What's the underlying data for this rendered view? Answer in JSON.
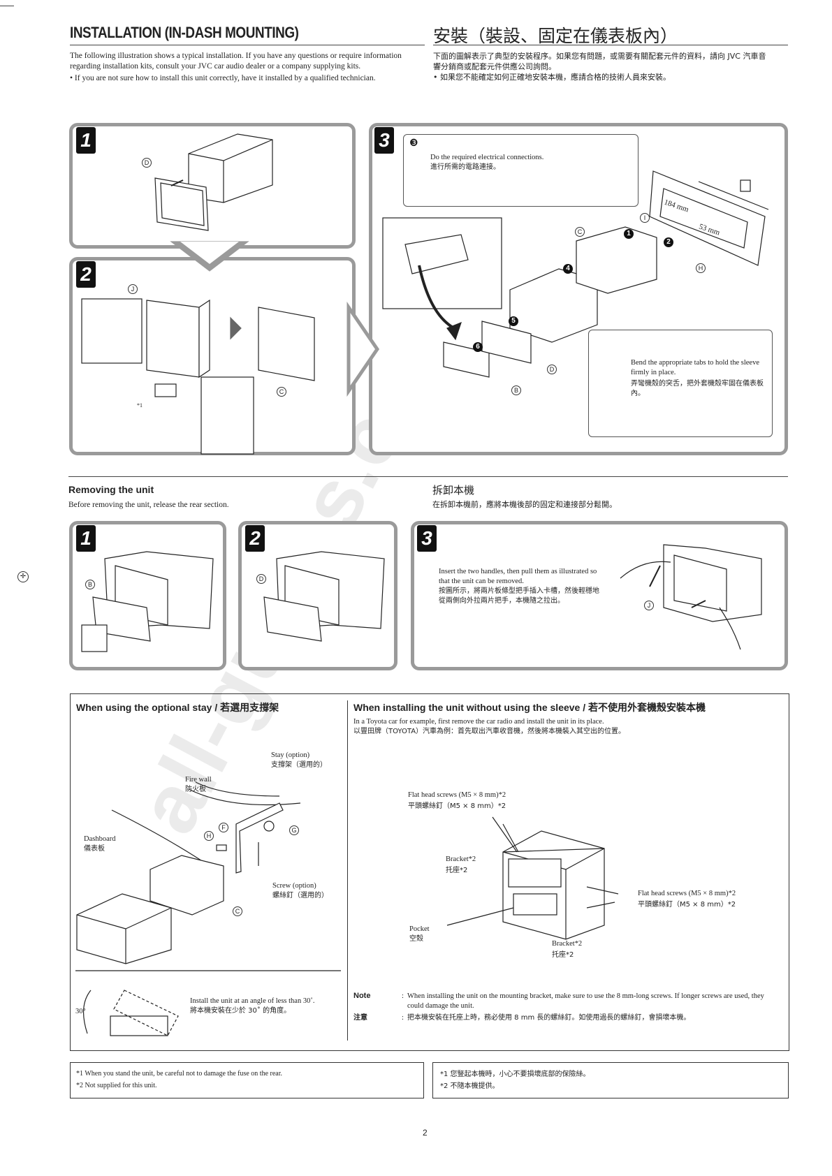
{
  "header": {
    "title_en": "INSTALLATION (IN-DASH MOUNTING)",
    "title_zh": "安裝（裝設、固定在儀表板內）",
    "intro_en": "The following illustration shows a typical installation. If you have any questions or require information regarding installation kits, consult your JVC car audio dealer or a company supplying kits.",
    "bullet_en": "If you are not sure how to install this unit correctly, have it installed by a qualified technician.",
    "intro_zh": "下面的圖解表示了典型的安裝程序。如果您有問題，或需要有關配套元件的資料，請向 JVC 汽車音響分銷商或配套元件供應公司詢問。",
    "bullet_zh": "如果您不能確定如何正確地安裝本機，應請合格的技術人員來安裝。"
  },
  "install_steps": {
    "step1": "1",
    "step2": "2",
    "step3": "3",
    "callout3_num": "❸",
    "callout3_en": "Do the required electrical connections.",
    "callout3_zh": "進行所需的電路連接。",
    "tabs_en": "Bend the appropriate tabs to hold the sleeve firmly in place.",
    "tabs_zh": "弄彎機殼的突舌，把外套機殼牢固在儀表板內。",
    "dim_w": "184 mm",
    "dim_h": "53 mm",
    "footnote_mark": "*1"
  },
  "labels": {
    "B": "B",
    "C": "C",
    "D": "D",
    "F": "F",
    "G": "G",
    "H": "H",
    "I": "I",
    "J": "J",
    "n1": "1",
    "n2": "2",
    "n4": "4",
    "n5": "5",
    "n6": "6"
  },
  "removing": {
    "title_en": "Removing the unit",
    "title_zh": "拆卸本機",
    "desc_en": "Before removing the unit, release the rear section.",
    "desc_zh": "在拆卸本機前，應將本機後部的固定和連接部分鬆開。",
    "step1": "1",
    "step2": "2",
    "step3": "3",
    "step3_en": "Insert the two handles, then pull them as illustrated so that the unit can be removed.",
    "step3_zh": "按圖所示，將兩片板條型把手插入卡槽，然後輕穩地從兩側向外拉兩片把手，本機隨之拉出。"
  },
  "stay": {
    "title": "When using the optional stay / 若選用支撐架",
    "stay_en": "Stay (option)",
    "stay_zh": "支撐架（選用的）",
    "fire_en": "Fire wall",
    "fire_zh": "防火板",
    "dash_en": "Dashboard",
    "dash_zh": "儀表板",
    "screw_en": "Screw (option)",
    "screw_zh": "螺絲釘（選用的）",
    "angle_label": "30°",
    "angle_en": "Install the unit at an angle of less than 30˚.",
    "angle_zh": "將本機安裝在少於 30˚ 的角度。"
  },
  "nosleeve": {
    "title": "When installing the unit without using the sleeve / 若不使用外套機殼安裝本機",
    "desc_en": "In a Toyota car for example, first remove the car radio and install the unit in its place.",
    "desc_zh": "以豐田牌（TOYOTA）汽車為例：首先取出汽車收音機，然後將本機裝入其空出的位置。",
    "screws1_en": "Flat head screws (M5 × 8 mm)*2",
    "screws1_zh": "平頭螺絲釘（M5 × 8 mm）*2",
    "bracket1_en": "Bracket*2",
    "bracket1_zh": "托座*2",
    "screws2_en": "Flat head screws (M5 × 8 mm)*2",
    "screws2_zh": "平頭螺絲釘（M5 × 8 mm）*2",
    "pocket_en": "Pocket",
    "pocket_zh": "空殼",
    "bracket2_en": "Bracket*2",
    "bracket2_zh": "托座*2",
    "note_label_en": "Note",
    "note_label_zh": "注意",
    "note_en": "When installing the unit on the mounting bracket, make sure to use the 8 mm-long screws. If longer screws are used, they could damage the unit.",
    "note_zh": "把本機安裝在托座上時，務必使用 8 mm 長的螺絲釘。如使用過長的螺絲釘，會損壞本機。"
  },
  "footnotes": {
    "en1": "*1  When you stand the unit, be careful not to damage the fuse on the rear.",
    "en2": "*2  Not supplied for this unit.",
    "zh1": "*1  您豎起本機時，小心不要損壞底部的保險絲。",
    "zh2": "*2  不隨本機提供。"
  },
  "page_number": "2",
  "watermark": "all-guides.com"
}
